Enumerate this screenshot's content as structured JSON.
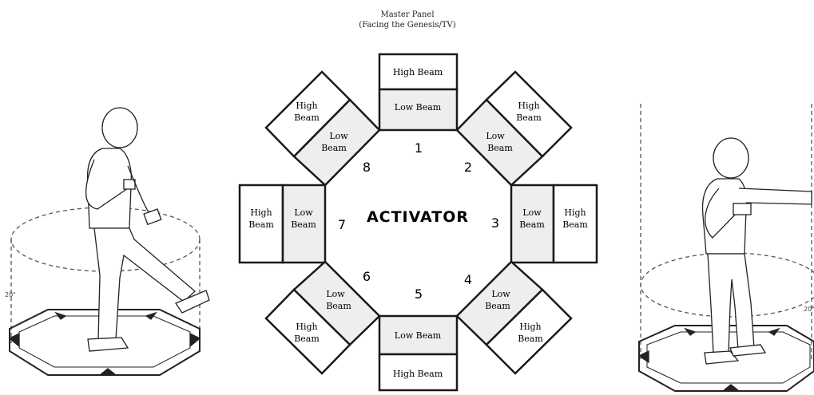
{
  "header": {
    "line1": "Master Panel",
    "line2": "(Facing the Genesis/TV)"
  },
  "center_label": "ACTIVATOR",
  "panels": [
    {
      "number": "1",
      "high": "High Beam",
      "low": "Low Beam"
    },
    {
      "number": "2",
      "high_lines": [
        "High",
        "Beam"
      ],
      "low_lines": [
        "Low",
        "Beam"
      ]
    },
    {
      "number": "3",
      "high_lines": [
        "High",
        "Beam"
      ],
      "low_lines": [
        "Low",
        "Beam"
      ]
    },
    {
      "number": "4",
      "high_lines": [
        "High",
        "Beam"
      ],
      "low_lines": [
        "Low",
        "Beam"
      ]
    },
    {
      "number": "5",
      "high": "High Beam",
      "low": "Low Beam"
    },
    {
      "number": "6",
      "high_lines": [
        "High",
        "Beam"
      ],
      "low_lines": [
        "Low",
        "Beam"
      ]
    },
    {
      "number": "7",
      "high_lines": [
        "High",
        "Beam"
      ],
      "low_lines": [
        "Low",
        "Beam"
      ]
    },
    {
      "number": "8",
      "high_lines": [
        "High",
        "Beam"
      ],
      "low_lines": [
        "Low",
        "Beam"
      ]
    }
  ],
  "left_figure": {
    "height_label": "20\""
  },
  "right_figure": {
    "height_label": "20\""
  },
  "colors": {
    "line": "#1a1a1a",
    "panel_shade": "#eeeeee",
    "dash": "#555555"
  }
}
